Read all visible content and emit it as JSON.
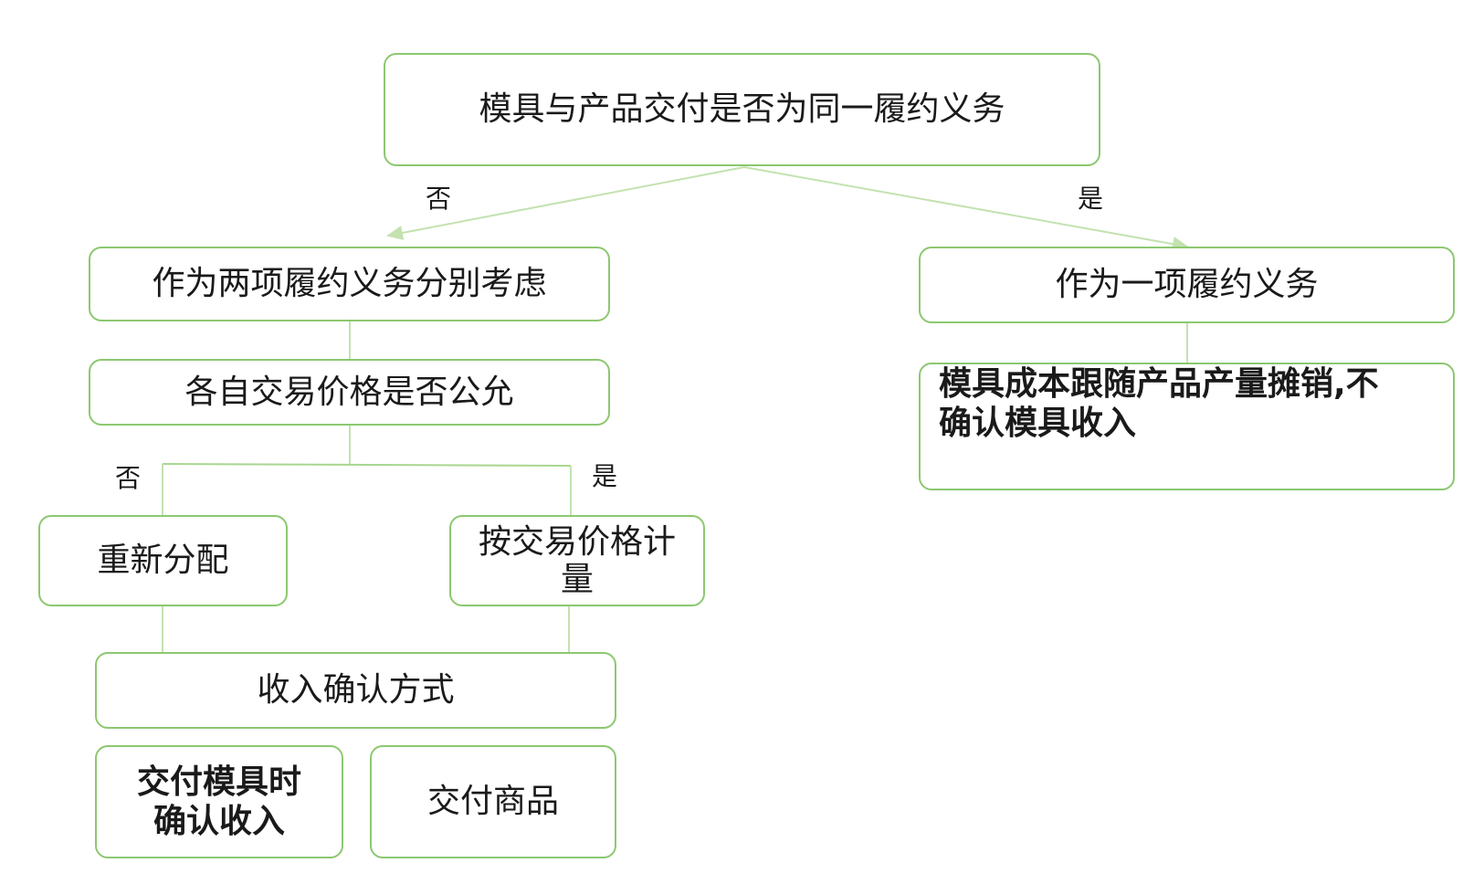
{
  "diagram": {
    "title": "模具与产品交付是否为同一履约义务",
    "branch_labels": {
      "top_no": "否",
      "top_yes": "是",
      "mid_no": "否",
      "mid_yes": "是"
    },
    "nodes": {
      "root": "模具与产品交付是否为同一履约义务",
      "two_obligations": "作为两项履约义务分别考虑",
      "fair_price": "各自交易价格是否公允",
      "reallocate": "重新分配",
      "by_price_line1": "按交易价格计",
      "by_price_line2": "量",
      "revenue_method": "收入确认方式",
      "on_mold_delivery_line1": "交付模具时",
      "on_mold_delivery_line2": "确认收入",
      "on_goods_delivery": "交付商品",
      "one_obligation": "作为一项履约义务",
      "amortize_line1": "模具成本跟随产品产量摊销,不",
      "amortize_line2": "确认模具收入"
    },
    "colors": {
      "border": "#8cc870",
      "connector": "#c3e2b0"
    }
  }
}
